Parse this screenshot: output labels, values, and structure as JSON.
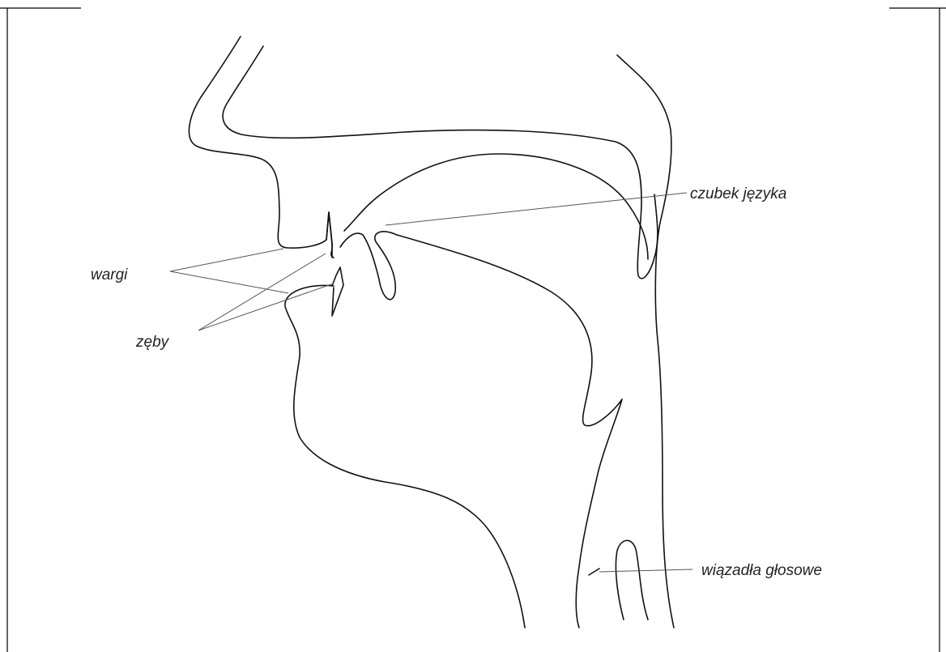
{
  "labels": {
    "wargi": "wargi",
    "zeby": "zęby",
    "czubek_jezyka": "czubek języka",
    "wiazadla_glosowe": "wiązadła głosowe"
  }
}
